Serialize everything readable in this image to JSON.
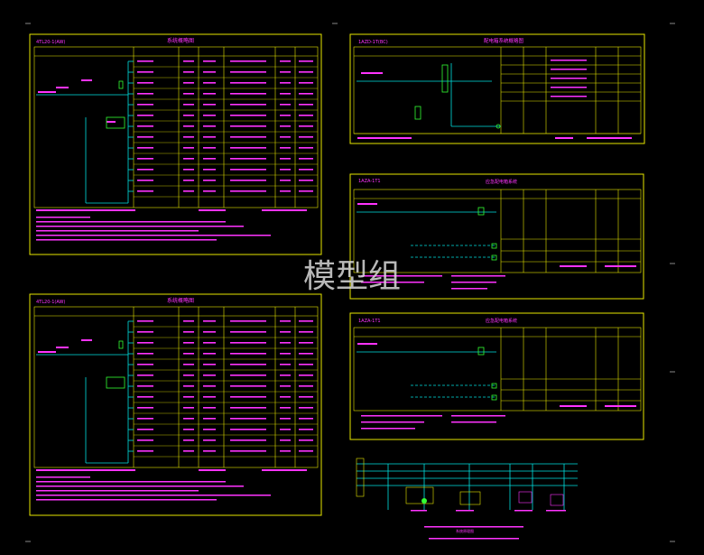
{
  "watermark": "模型组",
  "colors": {
    "background": "#000000",
    "frame": "#e6e600",
    "text": "#ff33ff",
    "wire": "#00e0e0",
    "device": "#33ff33",
    "white": "#ffffff"
  },
  "panels": {
    "p1": {
      "tag": "4TL20-1(AW)",
      "title": "系统概略图"
    },
    "p2": {
      "tag": "4TL20-1(AW)",
      "title": "系统概略图"
    },
    "p3": {
      "tag": "1AZD-1T(BC)",
      "title": "配电箱系统概略图"
    },
    "p4": {
      "tag": "1AZA-1T1",
      "title": "应急配电箱系统"
    },
    "p5": {
      "tag": "1AZA-1T1",
      "title": "应急配电箱系统"
    },
    "p6": {
      "tag": "",
      "title": "系统原理图"
    }
  }
}
